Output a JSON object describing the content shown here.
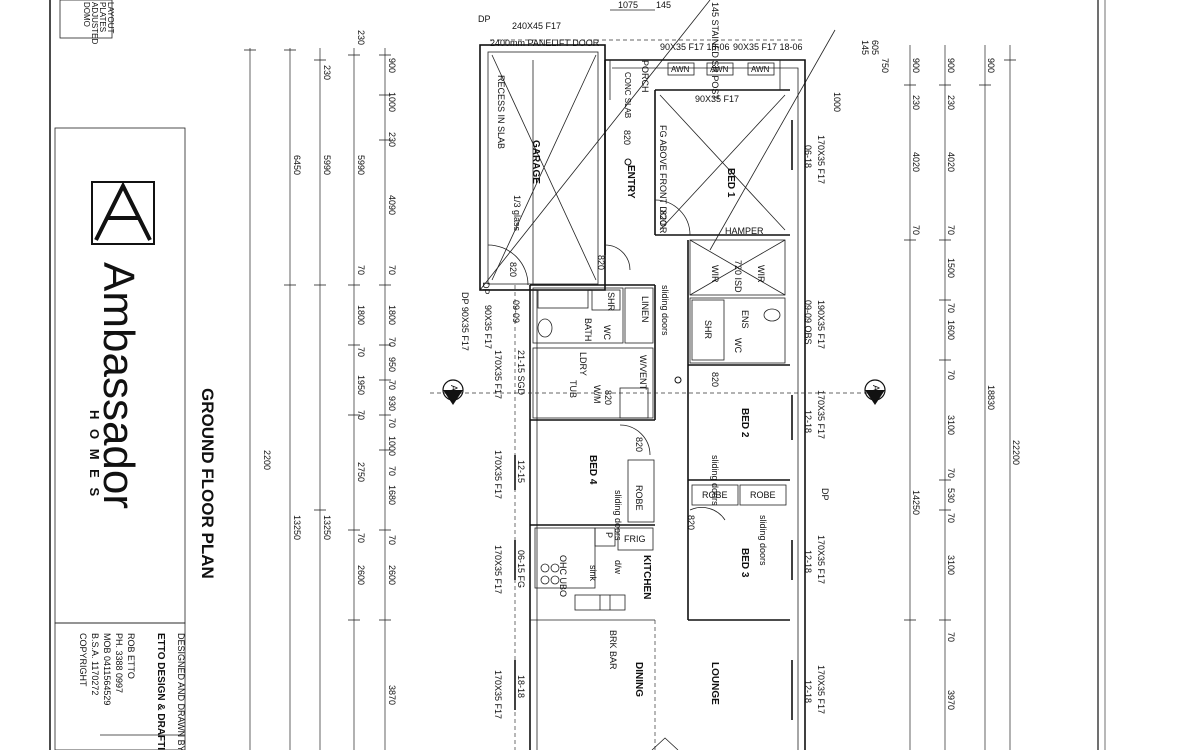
{
  "title_block": {
    "brand_line1": "Ambassador",
    "brand_line2": "H O M E S",
    "plan_title": "GROUND FLOOR PLAN",
    "designed_by": "DESIGNED AND DRAWN BY",
    "company": "ETTO DESIGN & DRAFTING",
    "person": "ROB ETTO",
    "phone": "PH. 3388 0997",
    "mobile": "MOB 0411564529",
    "bsa": "B.S.A. 1170272",
    "copyright": "COPYRIGHT",
    "corner_note": [
      "LAYOUT",
      "PLATES",
      "ADJUSTED",
      "DOMO"
    ]
  },
  "rooms": {
    "garage": "GARAGE",
    "entry": "ENTRY",
    "bed1": "BED 1",
    "bed2": "BED 2",
    "bed3": "BED 3",
    "bed4": "BED 4",
    "bath": "BATH",
    "ens": "ENS",
    "linen": "LINEN",
    "kitchen": "KITCHEN",
    "dining": "DINING",
    "lounge": "LOUNGE",
    "porch": "PORCH",
    "hamper": "HAMPER",
    "wir_a": "WIR",
    "wir_b": "WIR",
    "robe1": "ROBE",
    "robe2": "ROBE",
    "robe3": "ROBE",
    "frig": "FRIG",
    "ldry": "LDRY",
    "tub": "TUB",
    "wm": "W/M",
    "wvent": "W/VENT",
    "wc_bath": "WC",
    "wc_ens": "WC",
    "shr1": "SHR",
    "shr2": "SHR",
    "p": "P",
    "sink": "sink",
    "dw": "d/w",
    "brk_bar": "BRK BAR",
    "ohc_ubo": "OHC UBO"
  },
  "notes": {
    "door_top": "2400mm PANELIFT DOOR",
    "beam_top": "240X45 F17",
    "recess": "RECESS IN SLAB",
    "glass": "1/3 glass",
    "fg_above": "FG ABOVE FRONT DOOR",
    "porch_slab": "CONC SLAB",
    "stained_post": "145 STAINED SR POST",
    "awn1": "AWN",
    "awn2": "AWN",
    "awn3": "AWN",
    "lintel1": "90X35 F17 18-06",
    "lintel2": "90X35 F17 18-06",
    "lintel_bed1": "90X35 F17",
    "sliding1": "sliding doors",
    "sliding2": "sliding doors",
    "sliding3": "sliding doors",
    "sliding4": "sliding doors",
    "dp1": "DP",
    "dp2": "DP",
    "dp3": "DP",
    "dp_lintel": "DP 90X35 F17",
    "b820_1": "820",
    "b820_2": "820",
    "b820_3": "820",
    "b820_4": "820",
    "b820_5": "820",
    "b820_6": "820",
    "b820_7": "820",
    "b820_8": "820",
    "isd": "720 ISD",
    "l_left1": "90X35 F17",
    "l_left2": "21-15 SGD",
    "l_left3": "170X35 F17",
    "l_left4": "12-15",
    "l_left5": "170X35 F17",
    "l_left6": "06-15 FG",
    "l_left7": "170X35 F17",
    "l_left8": "18-18",
    "l_left9": "170X35 F17",
    "l_left10": "09-09",
    "l_right1": "170X35 F17",
    "l_right2": "06-18",
    "l_right3": "190X35 F17",
    "l_right4": "09-09 OBS",
    "l_right5": "170X35 F17",
    "l_right6": "12-18",
    "l_right7": "170X35 F17",
    "l_right8": "12-18",
    "l_right9": "170X35 F17",
    "l_right10": "12-18",
    "section_left": "A",
    "section_right": "A",
    "dim_top1": "1075",
    "dim_top2": "145",
    "dim_top3": "145",
    "dim_top4": "605",
    "dim_top5": "750",
    "dim_top6": "1000"
  },
  "dims_left": {
    "col1": [
      "6450",
      "13250",
      "2200"
    ],
    "col2": [
      "230",
      "5990",
      "13250"
    ],
    "col3": [
      "230",
      "5990",
      "70",
      "1800",
      "70",
      "1950",
      "70",
      "2750",
      "70",
      "2600"
    ],
    "col4": [
      "900",
      "1000",
      "230",
      "4090",
      "70",
      "1800",
      "70",
      "950",
      "70",
      "930",
      "70",
      "1000",
      "70",
      "1680",
      "70",
      "2600",
      "3870"
    ]
  },
  "dims_right": {
    "col1": [
      "900",
      "230",
      "4020",
      "70",
      "14250"
    ],
    "col2": [
      "900",
      "230",
      "4020",
      "70",
      "1500",
      "70",
      "1600",
      "70",
      "3100",
      "70",
      "530",
      "70",
      "3100",
      "70",
      "3970"
    ],
    "col3": [
      "900",
      "18830",
      "22200"
    ]
  }
}
